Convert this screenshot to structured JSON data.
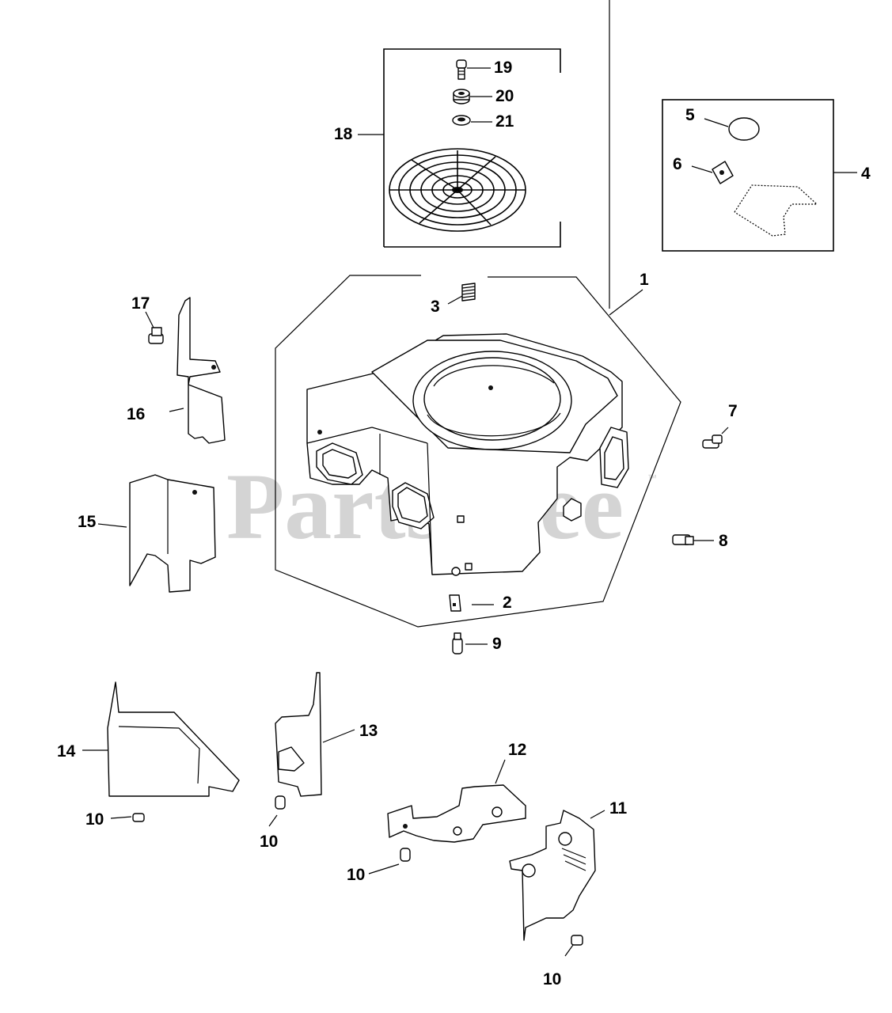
{
  "watermark": {
    "text": "PartsTree",
    "trademark": "™"
  },
  "callouts": [
    {
      "id": "c1",
      "label": "1"
    },
    {
      "id": "c2",
      "label": "2"
    },
    {
      "id": "c3",
      "label": "3"
    },
    {
      "id": "c4",
      "label": "4"
    },
    {
      "id": "c5",
      "label": "5"
    },
    {
      "id": "c6",
      "label": "6"
    },
    {
      "id": "c7",
      "label": "7"
    },
    {
      "id": "c8",
      "label": "8"
    },
    {
      "id": "c9",
      "label": "9"
    },
    {
      "id": "c10a",
      "label": "10"
    },
    {
      "id": "c10b",
      "label": "10"
    },
    {
      "id": "c10c",
      "label": "10"
    },
    {
      "id": "c10d",
      "label": "10"
    },
    {
      "id": "c11",
      "label": "11"
    },
    {
      "id": "c12",
      "label": "12"
    },
    {
      "id": "c13",
      "label": "13"
    },
    {
      "id": "c14",
      "label": "14"
    },
    {
      "id": "c15",
      "label": "15"
    },
    {
      "id": "c16",
      "label": "16"
    },
    {
      "id": "c17",
      "label": "17"
    },
    {
      "id": "c18",
      "label": "18"
    },
    {
      "id": "c19",
      "label": "19"
    },
    {
      "id": "c20",
      "label": "20"
    },
    {
      "id": "c21",
      "label": "21"
    }
  ]
}
